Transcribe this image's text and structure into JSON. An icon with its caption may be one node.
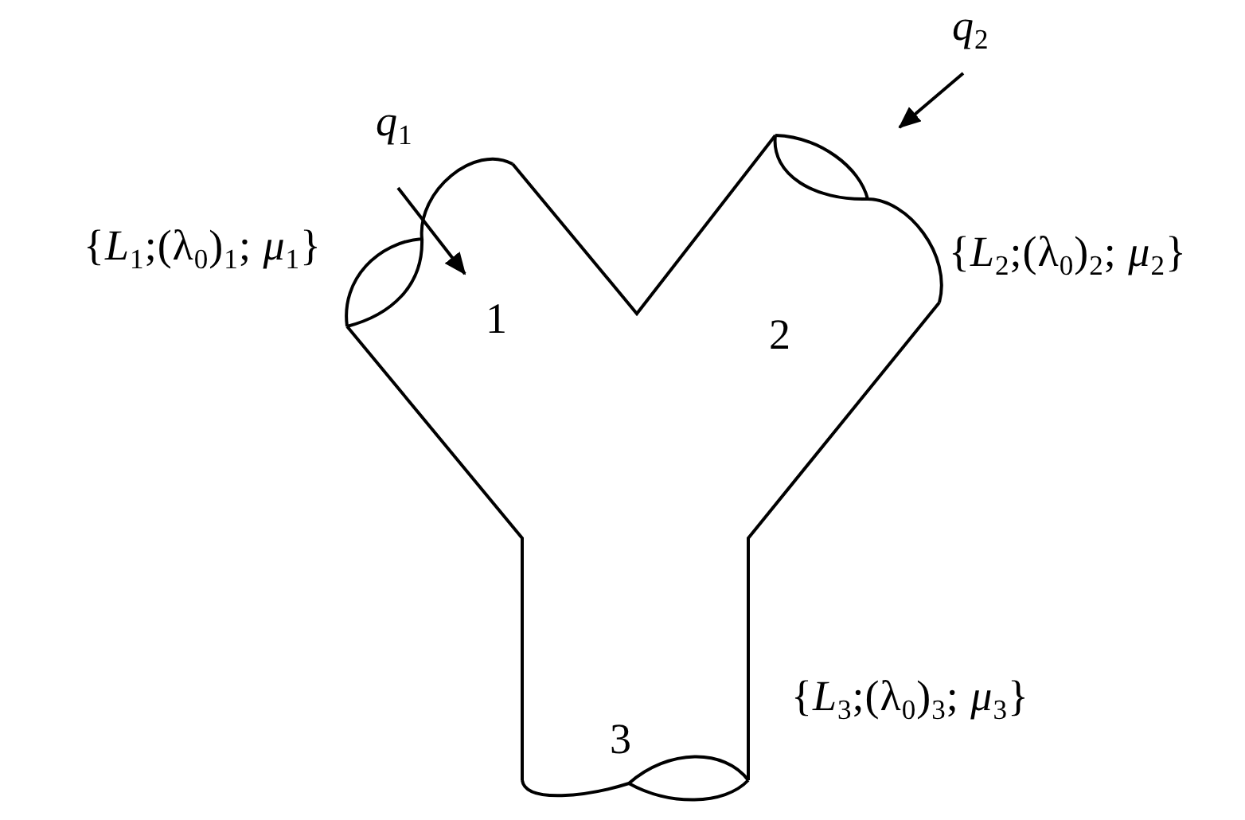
{
  "diagram": {
    "labels": [
      "*q*$_{1}$",
      "*q*$_{2}$",
      "{*L*$_{1}$;(λ$_{0}$)$_{1}$; *μ*$_{1}$}",
      "{*L*$_{2}$;(λ$_{0}$)$_{2}$; *μ*$_{2}$}",
      "1",
      "2",
      "3",
      "{*L*$_{3}$;(λ$_{0}$)$_{3}$; *μ*$_{3}$}"
    ]
  }
}
